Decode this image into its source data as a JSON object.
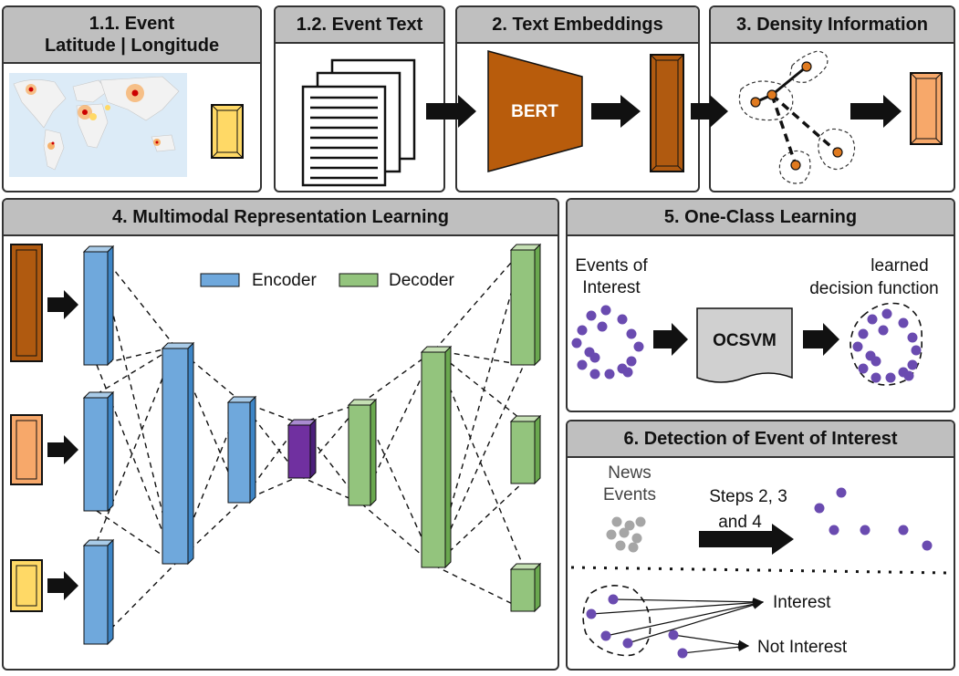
{
  "panels": {
    "p11": {
      "title_line1": "1.1.  Event",
      "title_line2": "Latitude | Longitude"
    },
    "p12": {
      "title": "1.2.  Event Text"
    },
    "p2": {
      "title": "2. Text Embeddings",
      "model_label": "BERT"
    },
    "p3": {
      "title": "3. Density Information"
    },
    "p4": {
      "title": "4. Multimodal Representation Learning",
      "legend_encoder": "Encoder",
      "legend_decoder": "Decoder"
    },
    "p5": {
      "title": "5. One-Class Learning",
      "events_label_1": "Events of",
      "events_label_2": "Interest",
      "ocsvm_label": "OCSVM",
      "learned_label_1": "learned",
      "learned_label_2": "decision function"
    },
    "p6": {
      "title": "6. Detection of Event of Interest",
      "news_label_1": "News",
      "news_label_2": "Events",
      "steps_label_1": "Steps 2, 3",
      "steps_label_2": "and 4",
      "interest_label": "Interest",
      "not_interest_label": "Not Interest"
    }
  },
  "colors": {
    "header_bg": "#bfbfbf",
    "bert_brown": "#b85c0c",
    "embedding_brown": "#b05a10",
    "density_orange": "#f7a86a",
    "location_yellow": "#ffd966",
    "encoder_blue": "#6fa8dc",
    "decoder_green": "#93c47d",
    "latent_purple": "#7030a0",
    "point_purple": "#6a4bb0",
    "point_grey": "#a6a6a6"
  }
}
